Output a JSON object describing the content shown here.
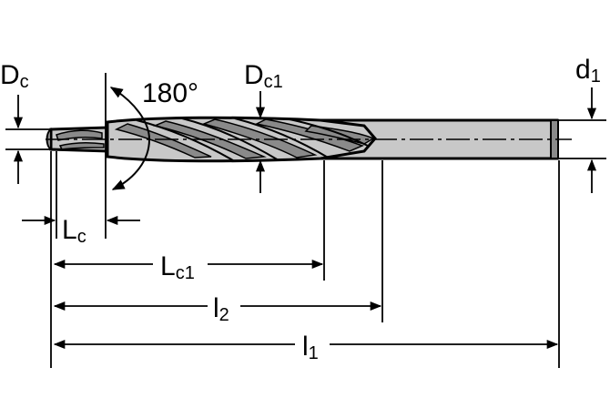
{
  "labels": {
    "dc": {
      "main": "D",
      "sub": "c"
    },
    "dc1": {
      "main": "D",
      "sub": "c1"
    },
    "d1": {
      "main": "d",
      "sub": "1"
    },
    "angle": "180°",
    "lc": {
      "main": "L",
      "sub": "c"
    },
    "lc1": {
      "main": "L",
      "sub": "c1"
    },
    "l2": {
      "main": "l",
      "sub": "2"
    },
    "l1": {
      "main": "l",
      "sub": "1"
    }
  },
  "colors": {
    "line": "#000000",
    "body_fill": "#c8c8c8",
    "dark_fill": "#8a8a8a",
    "background": "#ffffff"
  }
}
